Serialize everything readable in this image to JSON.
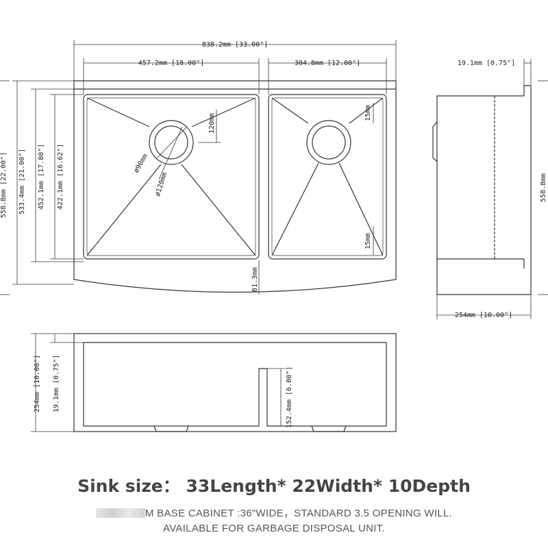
{
  "dimensions": {
    "overall_width": "838.2mm [33.00\"]",
    "left_bowl_width": "457.2mm [18.00\"]",
    "right_bowl_width": "304.8mm [12.00\"]",
    "side_lip": "19.1mm [0.75\"]",
    "depth_total": "533.4mm [21.00\"]",
    "depth_bowl": "452.1mm [17.80\"]",
    "depth_inner": "422.1mm [16.62\"]",
    "depth_outer_cut": "558.8mm [22.00\"]",
    "drain_small": "ø90mm",
    "drain_large": "ø120mm",
    "drain_offset": "120mm",
    "corner_radius_top": "15mm",
    "corner_radius_bottom": "15mm",
    "apron_curve": "81.3mm",
    "side_depth": "254mm [10.00\"]",
    "front_depth": "254mm [10.00\"]",
    "front_lip": "19.1mm [0.75\"]",
    "divider_height": "152.4mm [6.00\"]",
    "side_height_cut": "558.8mm"
  },
  "caption": {
    "title": "Sink size： 33Length* 22Width* 10Depth",
    "line1": "M BASE CABINET :36\"WIDE，STANDARD 3.5 OPENING WILL.",
    "line2": "AVAILABLE FOR GARBAGE DISPOSAL UNIT."
  }
}
